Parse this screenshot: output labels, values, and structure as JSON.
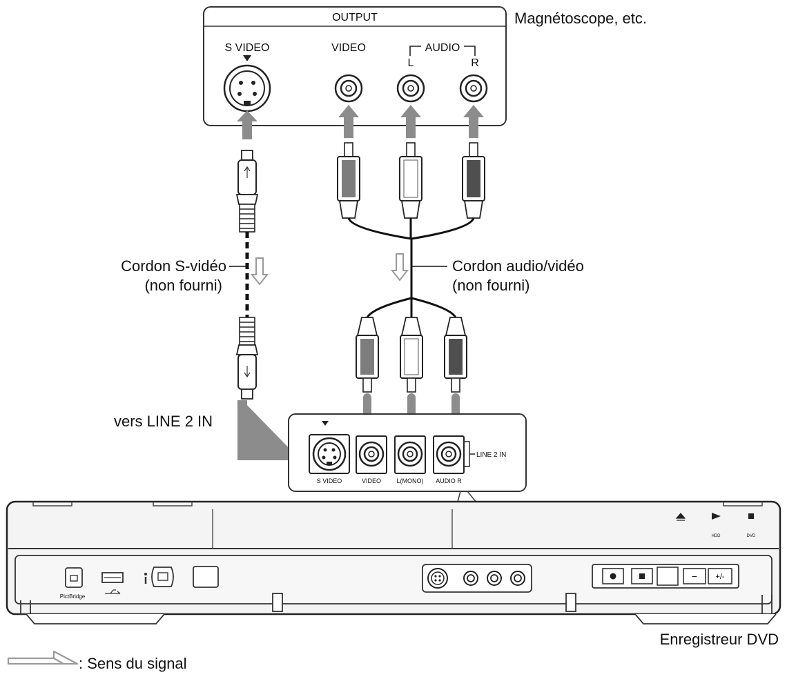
{
  "source_device": {
    "panel_title": "OUTPUT",
    "name": "Magnétoscope, etc.",
    "jacks": {
      "s_video": "S VIDEO",
      "video": "VIDEO",
      "audio": "AUDIO",
      "audio_l": "L",
      "audio_r": "R"
    }
  },
  "cables": {
    "s_video_cord": {
      "name": "Cordon S-vidéo",
      "note": "(non fourni)"
    },
    "av_cord": {
      "name": "Cordon audio/vidéo",
      "note": "(non fourni)"
    }
  },
  "destination": {
    "input_label": "vers LINE 2 IN",
    "panel_group_label": "LINE 2 IN",
    "jacks": {
      "s_video": "S VIDEO",
      "video": "VIDEO",
      "audio_l": "L(MONO)",
      "audio_r": "AUDIO R"
    },
    "device_name": "Enregistreur DVD",
    "front": {
      "pictbridge": "PictBridge",
      "hdd": "HDD",
      "dvd": "DVD",
      "minus": "−",
      "plus": "+/-"
    }
  },
  "legend": {
    "signal": ": Sens du signal"
  }
}
